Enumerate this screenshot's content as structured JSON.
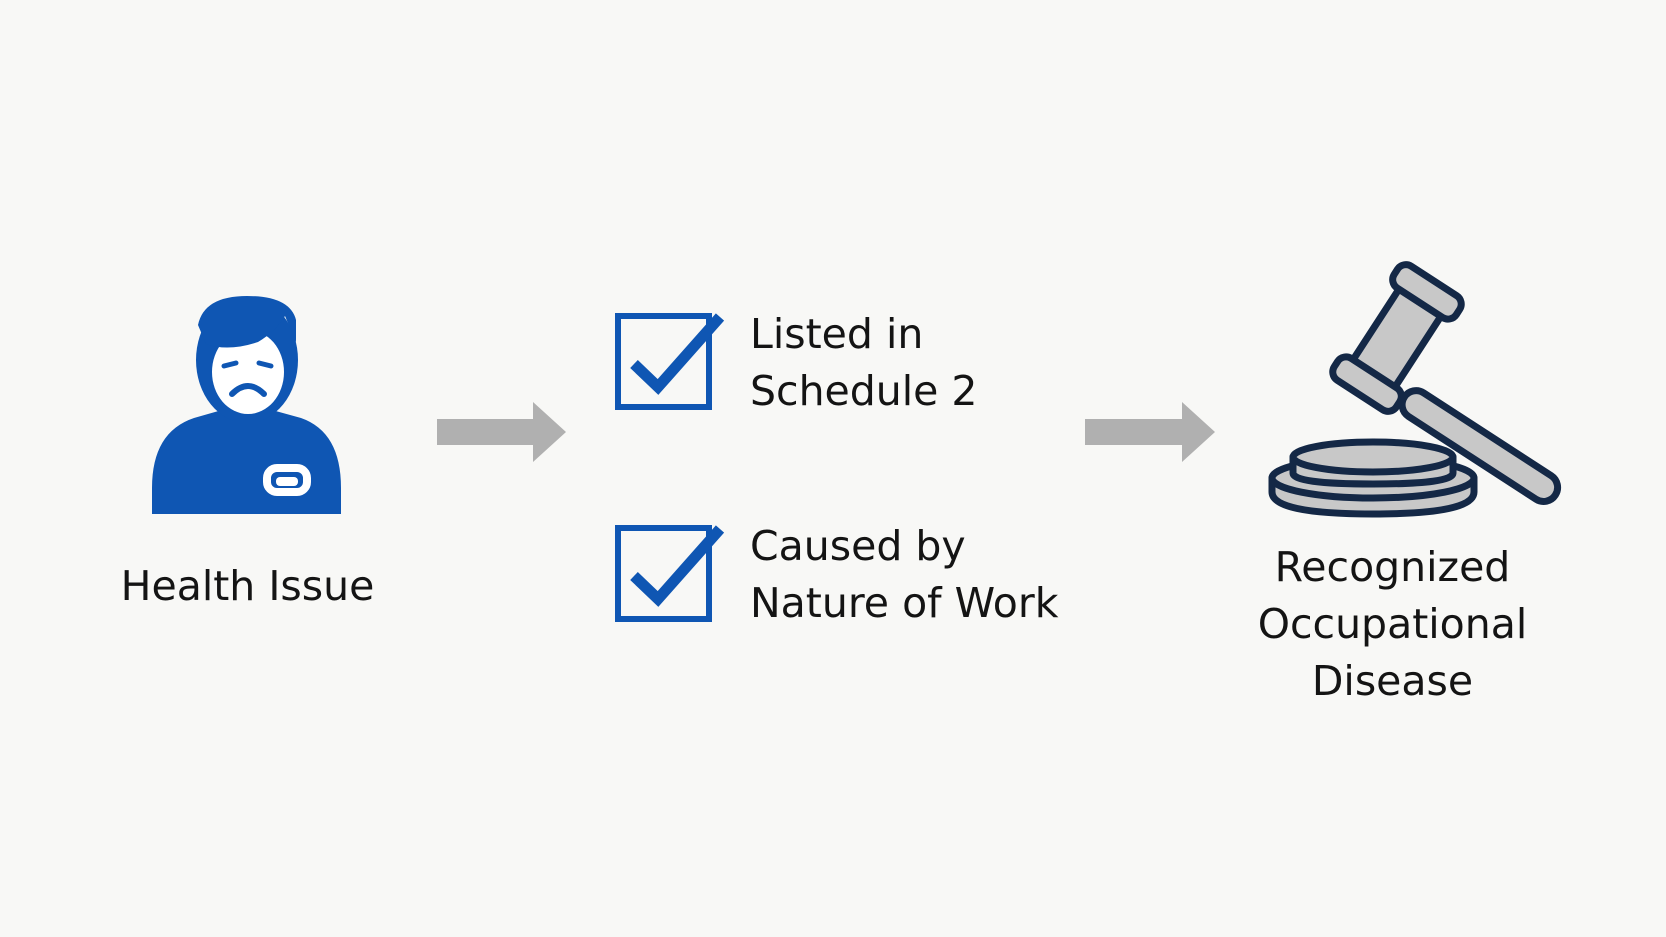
{
  "colors": {
    "background": "#f8f8f6",
    "accent_blue": "#0f56b3",
    "arrow_gray": "#b0b0b0",
    "gavel_outline": "#142846",
    "gavel_fill": "#c8c8c8",
    "text": "#141414"
  },
  "steps": {
    "health_issue": {
      "icon": "sick-person-icon",
      "label": "Health Issue"
    },
    "criteria": [
      {
        "icon": "checkbox-checked-icon",
        "line1": "Listed in",
        "line2": "Schedule 2"
      },
      {
        "icon": "checkbox-checked-icon",
        "line1": "Caused by",
        "line2": "Nature of Work"
      }
    ],
    "result": {
      "icon": "gavel-icon",
      "line1": "Recognized",
      "line2": "Occupational",
      "line3": "Disease"
    }
  },
  "connectors": [
    {
      "icon": "arrow-right-icon"
    },
    {
      "icon": "arrow-right-icon"
    }
  ]
}
